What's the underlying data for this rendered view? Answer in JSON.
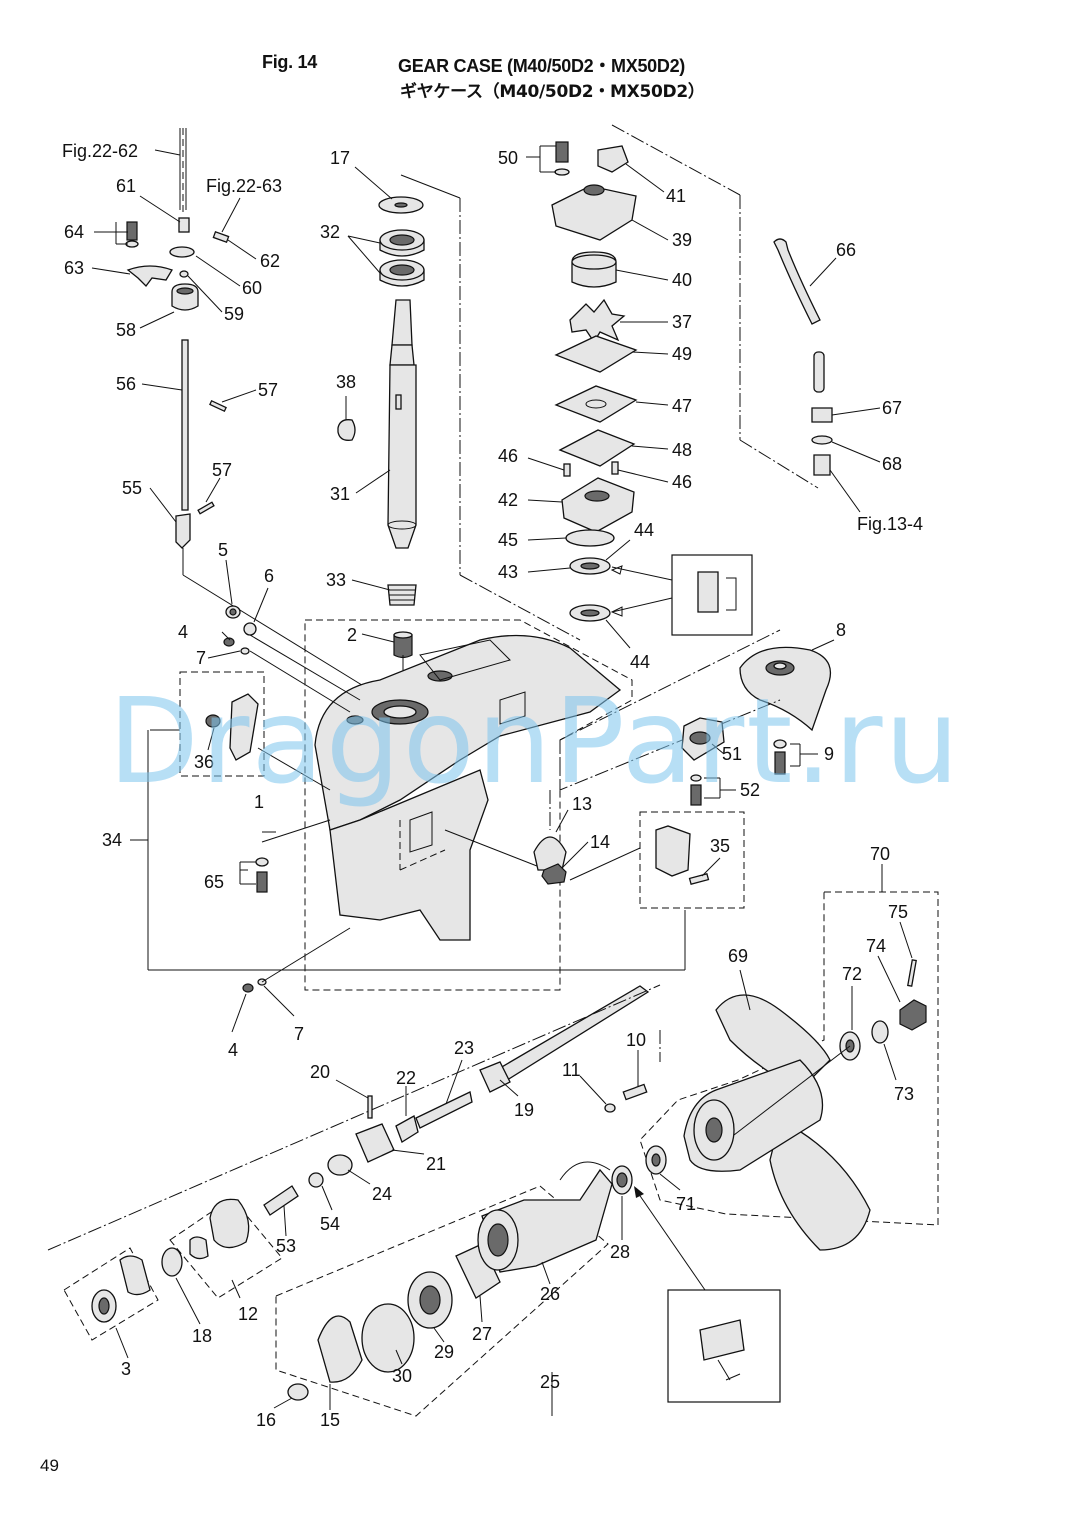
{
  "header": {
    "figure_number": "Fig. 14",
    "title_en": "GEAR CASE (M40/50D2・MX50D2)",
    "title_jp": "ギヤケース（M40/50D2・MX50D2）"
  },
  "page_number": "49",
  "watermark": "DragonPart.ru",
  "references": {
    "ref_22_62": "Fig.22-62",
    "ref_22_63": "Fig.22-63",
    "ref_13_4": "Fig.13-4"
  },
  "callouts": [
    "1",
    "2",
    "3",
    "4",
    "4",
    "5",
    "6",
    "7",
    "7",
    "8",
    "9",
    "10",
    "11",
    "12",
    "13",
    "14",
    "15",
    "16",
    "17",
    "18",
    "19",
    "20",
    "21",
    "22",
    "23",
    "24",
    "25",
    "26",
    "27",
    "28",
    "29",
    "30",
    "31",
    "32",
    "33",
    "34",
    "35",
    "36",
    "37",
    "38",
    "39",
    "40",
    "41",
    "42",
    "43",
    "44",
    "44",
    "45",
    "46",
    "46",
    "47",
    "48",
    "49",
    "50",
    "51",
    "52",
    "53",
    "54",
    "55",
    "56",
    "57",
    "57",
    "58",
    "59",
    "60",
    "61",
    "62",
    "63",
    "64",
    "65",
    "66",
    "67",
    "68",
    "69",
    "70",
    "71",
    "72",
    "73",
    "74",
    "75"
  ]
}
